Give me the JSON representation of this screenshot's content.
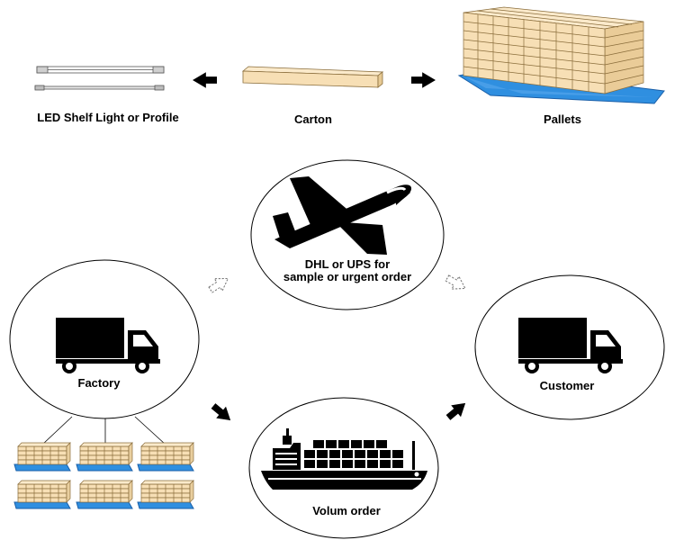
{
  "top_row": {
    "led_label": "LED Shelf Light or Profile",
    "carton_label": "Carton",
    "pallets_label": "Pallets"
  },
  "flow": {
    "air_label_line1": "DHL or UPS for",
    "air_label_line2": "sample or urgent order",
    "factory_label": "Factory",
    "customer_label": "Customer",
    "sea_label": "Volum order"
  },
  "colors": {
    "carton_face": "#f7dfb5",
    "carton_top": "#fbeacb",
    "carton_stroke": "#8a6d3b",
    "pallet_blue": "#2f8fe0",
    "pallet_blue_dark": "#1a5fa8",
    "icon_fill": "#000000",
    "outline": "#000000"
  },
  "icons": [
    "led-profile-icon",
    "carton-icon",
    "pallet-stack-icon",
    "airplane-icon",
    "truck-icon",
    "ship-icon",
    "arrow-icon"
  ]
}
